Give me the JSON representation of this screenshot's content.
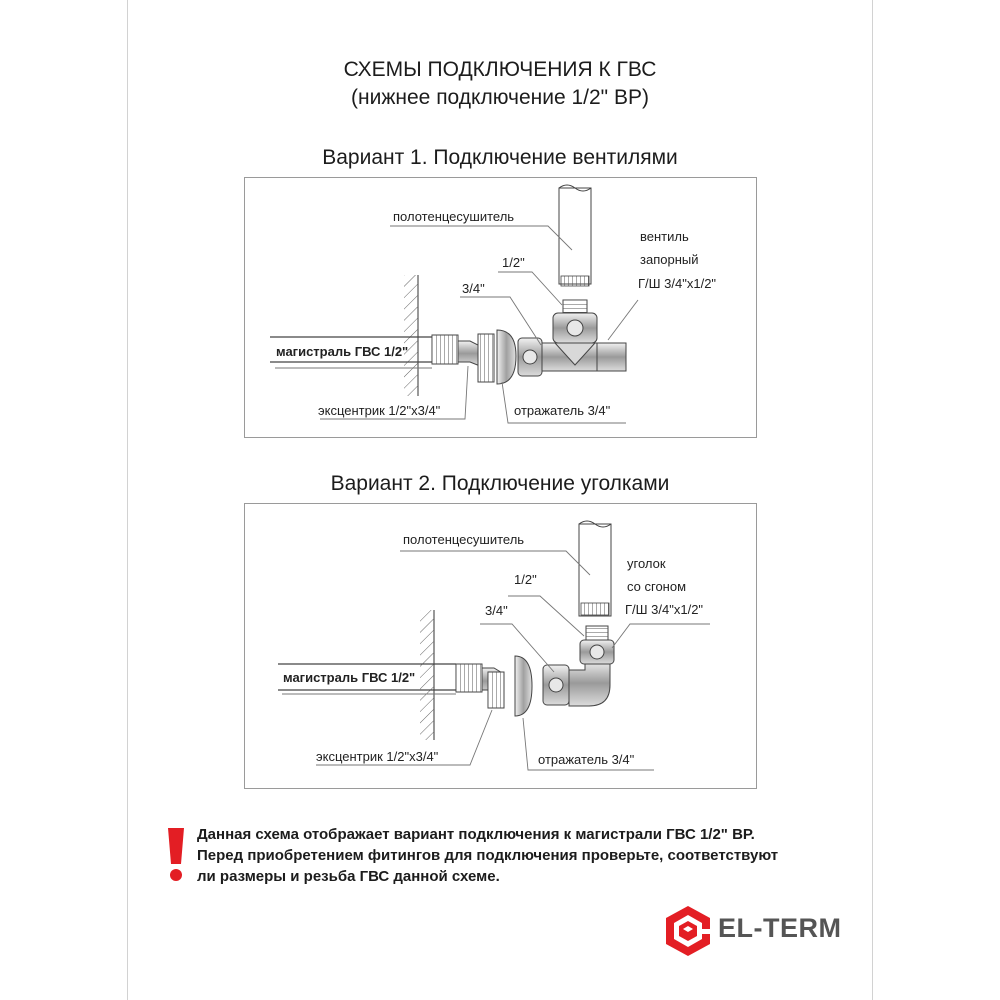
{
  "header": {
    "title": "СХЕМЫ ПОДКЛЮЧЕНИЯ К ГВС",
    "subtitle": "(нижнее подключение 1/2\" ВР)"
  },
  "variant1": {
    "heading": "Вариант 1. Подключение вентилями",
    "labels": {
      "towel_dryer": "полотенцесушитель",
      "thread_half": "1/2\"",
      "thread_three_quarter": "3/4\"",
      "valve_line1": "вентиль",
      "valve_line2": "запорный",
      "valve_line3": "Г/Ш 3/4\"x1/2\"",
      "main_line": "магистраль ГВС 1/2\"",
      "eccentric": "эксцентрик 1/2\"x3/4\"",
      "reflector": "отражатель 3/4\""
    }
  },
  "variant2": {
    "heading": "Вариант 2. Подключение уголками",
    "labels": {
      "towel_dryer": "полотенцесушитель",
      "thread_half": "1/2\"",
      "thread_three_quarter": "3/4\"",
      "elbow_line1": "уголок",
      "elbow_line2": "со сгоном",
      "elbow_line3": "Г/Ш 3/4\"x1/2\"",
      "main_line": "магистраль ГВС 1/2\"",
      "eccentric": "эксцентрик 1/2\"x3/4\"",
      "reflector": "отражатель 3/4\""
    }
  },
  "warning": {
    "line1": "Данная схема отображает вариант подключения к магистрали ГВС 1/2\" ВР.",
    "line2": "Перед приобретением фитингов для подключения проверьте, соответствуют",
    "line3": "ли  размеры и резьба ГВС данной схеме.",
    "icon": "exclamation-icon",
    "color": "#e31e24"
  },
  "brand": {
    "name": "EL-TERM",
    "logo_icon": "el-term-cube-logo",
    "accent": "#e31e24"
  }
}
